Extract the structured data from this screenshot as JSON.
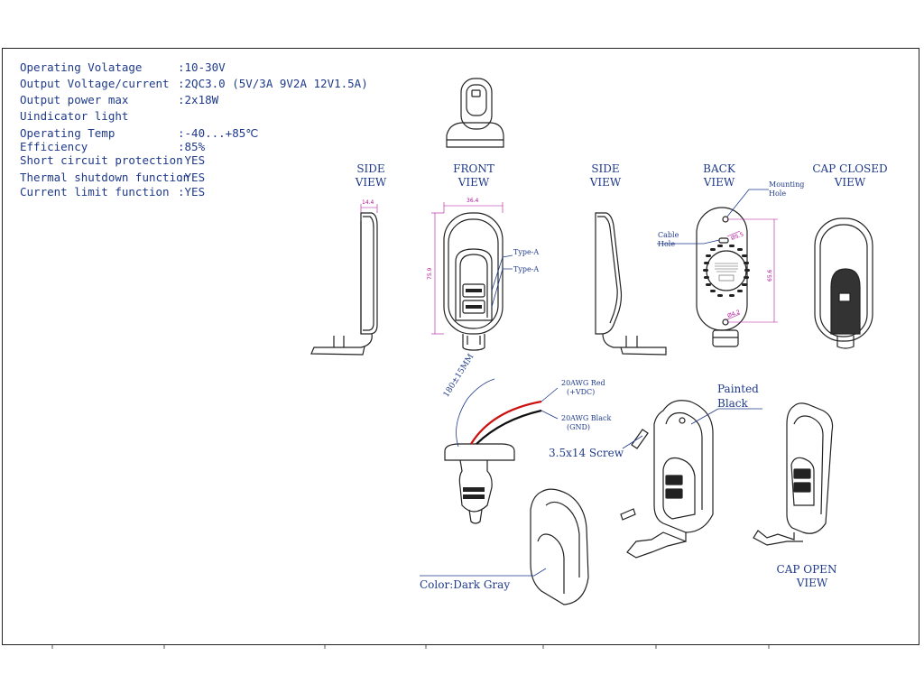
{
  "specs": [
    {
      "name": "Operating Volatage",
      "value": ":10-30V"
    },
    {
      "name": "Output Voltage/current",
      "value": ":2QC3.0 (5V/3A 9V2A 12V1.5A)"
    },
    {
      "name": "Output power max",
      "value": ":2x18W"
    },
    {
      "name": "Uindicator light",
      "value": ""
    },
    {
      "name": "Operating Temp",
      "value": ":-40...+85℃"
    },
    {
      "name": "Efficiency",
      "value": ":85%"
    },
    {
      "name": "Short circuit protection",
      "value": ":YES"
    },
    {
      "name": "Thermal shutdown function",
      "value": ":YES"
    },
    {
      "name": "Current limit function",
      "value": ":YES"
    }
  ],
  "views": {
    "side1": [
      "SIDE",
      "VIEW"
    ],
    "front": [
      "FRONT",
      "VIEW"
    ],
    "side2": [
      "SIDE",
      "VIEW"
    ],
    "back": [
      "BACK",
      "VIEW"
    ],
    "cap_closed": [
      "CAP CLOSED",
      "VIEW"
    ],
    "cap_open": [
      "CAP OPEN",
      "VIEW"
    ]
  },
  "dimensions": {
    "side_width": "14.4",
    "front_width": "36.4",
    "front_height": "75.9",
    "back_height": "65.6",
    "hole_top": "Ø5.5",
    "hole_bottom": "Ø4.2"
  },
  "callouts": {
    "type_a_1": "Type-A",
    "type_a_2": "Type-A",
    "cable_hole": [
      "Cable",
      "Hole"
    ],
    "mounting_hole": [
      "Mounting",
      "Hole"
    ],
    "wire_red": [
      "20AWG Red",
      "(+VDC)"
    ],
    "wire_black": [
      "20AWG Black",
      "(GND)"
    ],
    "wire_length": "180±15MM",
    "screw": "3.5x14 Screw",
    "painted": [
      "Painted",
      "Black"
    ],
    "color": "Color:Dark Gray"
  },
  "accent_colors": {
    "text": "#1f3a8a",
    "dimension": "#b0109a",
    "wire_red": "#cc1111",
    "line": "#222222"
  }
}
